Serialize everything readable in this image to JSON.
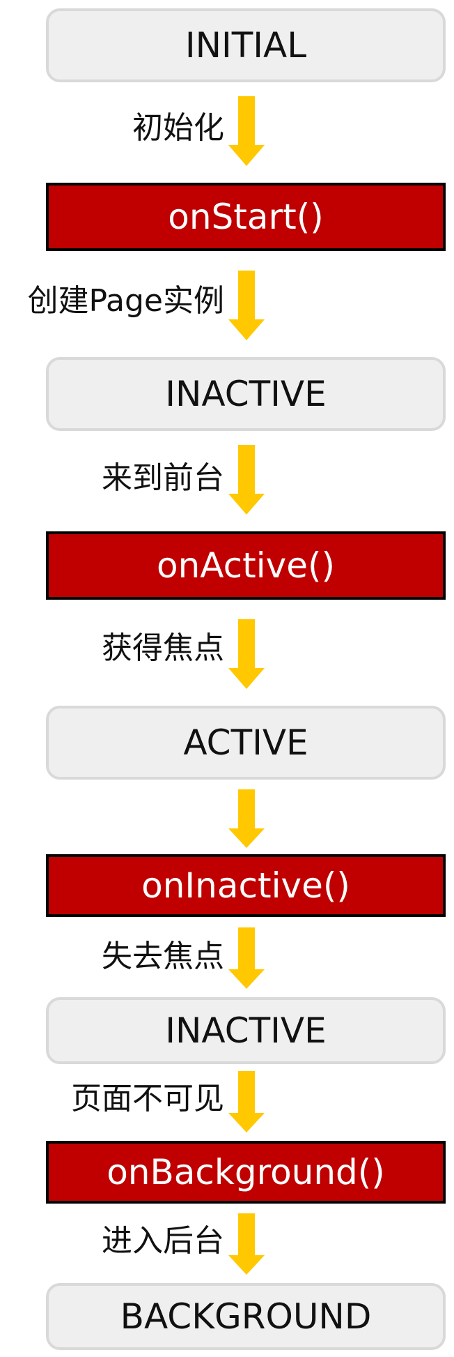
{
  "colors": {
    "method_fill": "#c00000",
    "method_border": "#000000",
    "state_fill": "#efefef",
    "state_border": "#d9d9d9",
    "arrow": "#ffc800"
  },
  "states": {
    "initial": "INITIAL",
    "inactive_1": "INACTIVE",
    "active": "ACTIVE",
    "inactive_2": "INACTIVE",
    "background": "BACKGROUND"
  },
  "methods": {
    "on_start": "onStart()",
    "on_active": "onActive()",
    "on_inactive": "onInactive()",
    "on_background": "onBackground()"
  },
  "transitions": {
    "initialize": "初始化",
    "create_page_instance": "创建Page实例",
    "come_to_foreground": "来到前台",
    "gain_focus": "获得焦点",
    "lose_focus": "失去焦点",
    "page_invisible": "页面不可见",
    "enter_background": "进入后台"
  }
}
